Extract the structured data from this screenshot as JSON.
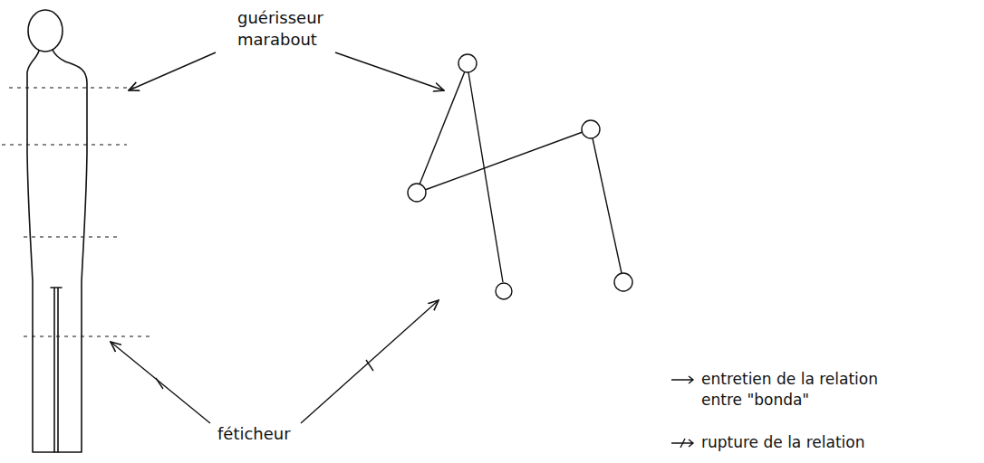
{
  "diagram": {
    "labels": [
      "guérisseur marabout",
      "féticheur"
    ],
    "legend": [
      {
        "text": "entretien de la relation entre \"bonda\""
      },
      {
        "text": "rupture de la relation"
      }
    ]
  }
}
